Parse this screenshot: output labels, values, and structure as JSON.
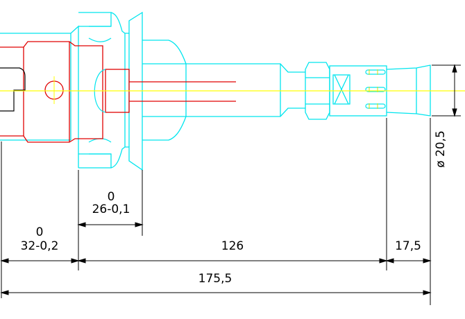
{
  "colors": {
    "background": "#ffffff",
    "holder_outline": "#00e5ee",
    "collet_outline": "#e00000",
    "centerline": "#ffff00",
    "dimension": "#000000"
  },
  "dimensions": {
    "tol_upper_left": "0",
    "length_left": "32-0,2",
    "tol_upper_flange": "0",
    "length_flange": "26-0,1",
    "length_middle": "126",
    "length_right": "17,5",
    "length_total": "175,5",
    "diameter": "ø 20,5"
  }
}
